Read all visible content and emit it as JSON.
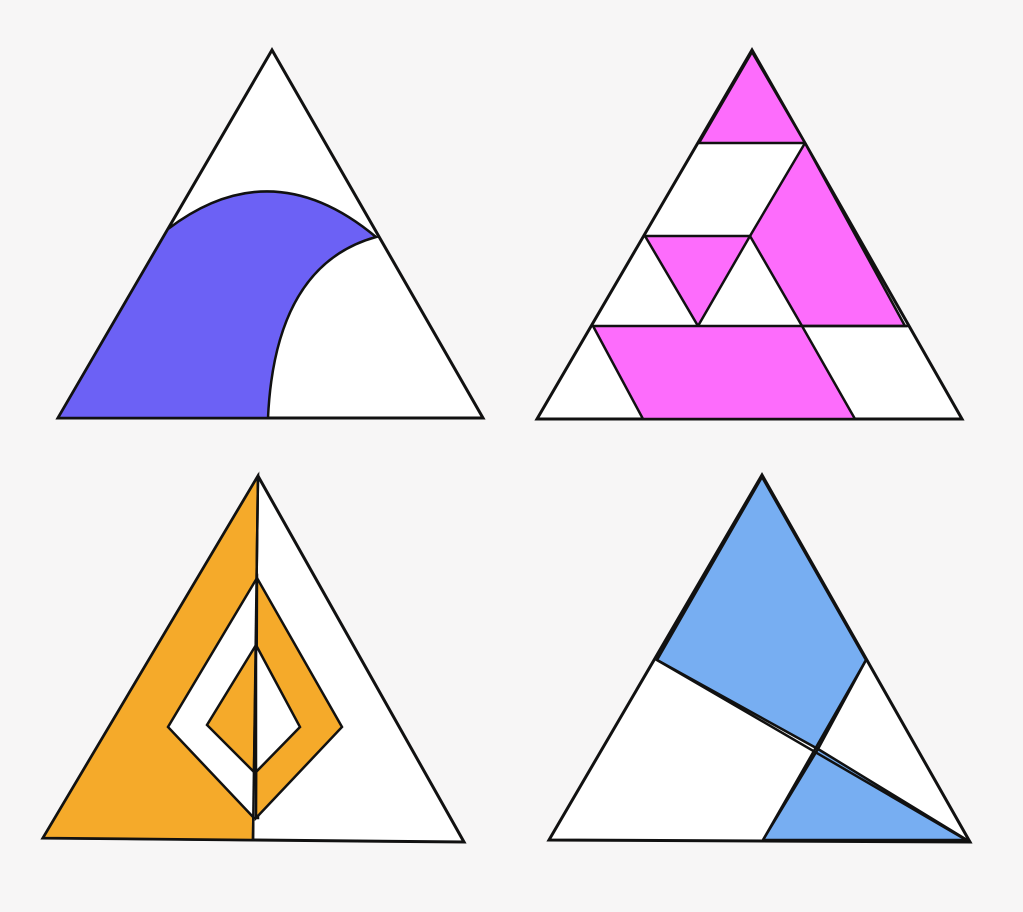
{
  "colors": {
    "background": "#f7f6f6",
    "outline": "#111111",
    "empty_fill": "#ffffff",
    "purple": "#6c61f5",
    "magenta": "#fd6cfc",
    "orange": "#f5aa2a",
    "blue": "#77aef2"
  },
  "panels": [
    {
      "id": "wave-triangle",
      "fill_color": "purple"
    },
    {
      "id": "tiled-triangle",
      "fill_color": "magenta"
    },
    {
      "id": "nested-diamond-triangle",
      "fill_color": "orange"
    },
    {
      "id": "split-triangle",
      "fill_color": "blue"
    }
  ]
}
